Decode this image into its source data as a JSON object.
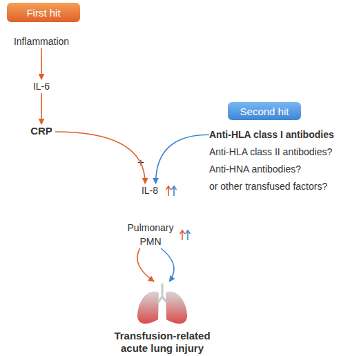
{
  "diagram": {
    "nodes": [
      {
        "text": [
          "First hit"
        ]
      },
      {
        "text": [
          "Inflammation"
        ]
      },
      {
        "text": [
          "IL-6"
        ]
      },
      {
        "text": [
          "CRP"
        ]
      },
      {
        "text": [
          "Second hit"
        ]
      },
      {
        "text": [
          "Anti-HLA class I antibodies",
          "Anti-HLA class II antibodies?",
          "Anti-HNA antibodies?",
          "or other transfused factors?"
        ]
      },
      {
        "text": [
          "IL-8"
        ]
      },
      {
        "text": [
          "Pulmonary PMN"
        ]
      },
      {
        "text": [
          "Transfusion-related acute lung injury"
        ]
      }
    ],
    "edges": [
      {
        "from": 1,
        "to": 2,
        "arrow": "to"
      },
      {
        "from": 2,
        "to": 3,
        "arrow": "to"
      },
      {
        "from": 3,
        "to": 6,
        "arrow": "to"
      },
      {
        "from": 5,
        "to": 6,
        "arrow": "to"
      },
      {
        "from": 7,
        "to": 8,
        "arrow": "to"
      },
      {
        "from": 7,
        "to": 8,
        "arrow": "to"
      }
    ],
    "labels": [
      "+"
    ]
  }
}
